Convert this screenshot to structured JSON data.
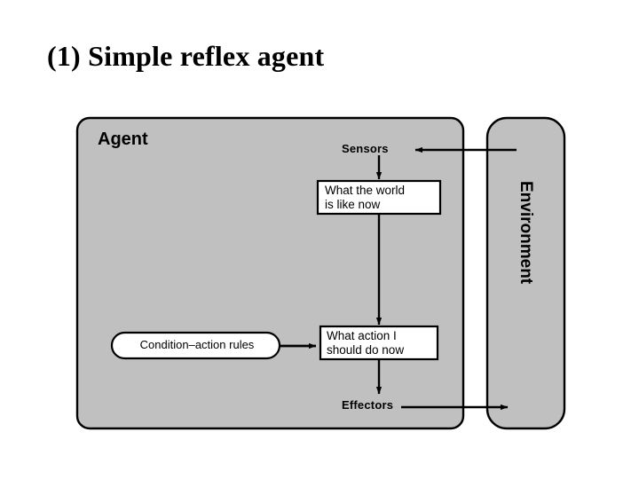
{
  "slide": {
    "title": "(1) Simple reflex agent",
    "background_color": "#ffffff"
  },
  "diagram": {
    "type": "agent-architecture",
    "fill_gray": "#c0c0c0",
    "stroke_color": "#000000",
    "node_fill": "#ffffff",
    "agent_box": {
      "label": "Agent"
    },
    "environment_box": {
      "label": "Environment"
    },
    "ports": {
      "sensors": "Sensors",
      "effectors": "Effectors"
    },
    "nodes": [
      {
        "id": "world-state",
        "shape": "rect",
        "text": "What the world\nis like now"
      },
      {
        "id": "condition-action-rules",
        "shape": "stadium",
        "text": "Condition–action rules"
      },
      {
        "id": "action-choice",
        "shape": "rect",
        "text": "What action I\nshould do now"
      }
    ],
    "edges": [
      {
        "from": "environment",
        "to": "sensors",
        "direction": "left"
      },
      {
        "from": "sensors",
        "to": "world-state",
        "direction": "down"
      },
      {
        "from": "world-state",
        "to": "action-choice",
        "direction": "down"
      },
      {
        "from": "condition-action-rules",
        "to": "action-choice",
        "direction": "right"
      },
      {
        "from": "action-choice",
        "to": "effectors",
        "direction": "down"
      },
      {
        "from": "effectors",
        "to": "environment",
        "direction": "right"
      }
    ]
  }
}
